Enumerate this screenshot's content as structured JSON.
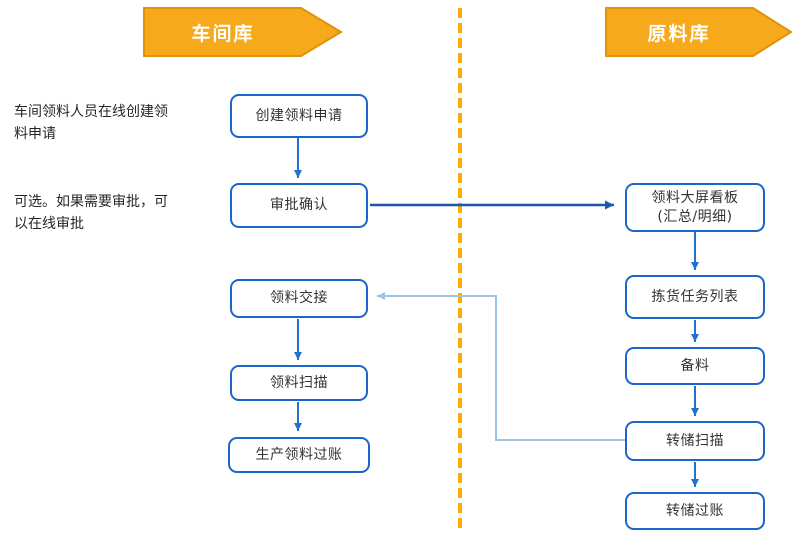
{
  "lanes": {
    "left": {
      "label": "车间库"
    },
    "right": {
      "label": "原料库"
    }
  },
  "notes": [
    {
      "text": "车间领料人员在线创建领料申请"
    },
    {
      "text": "可选。如果需要审批，可以在线审批"
    }
  ],
  "nodes": {
    "left": [
      {
        "label": "创建领料申请"
      },
      {
        "label": "审批确认"
      },
      {
        "label": "领料交接"
      },
      {
        "label": "领料扫描"
      },
      {
        "label": "生产领料过账"
      }
    ],
    "right": [
      {
        "label": "领料大屏看板\n(汇总/明细)"
      },
      {
        "label": "拣货任务列表"
      },
      {
        "label": "备料"
      },
      {
        "label": "转储扫描"
      },
      {
        "label": "转储过账"
      }
    ]
  },
  "edges": [
    {
      "from": "创建领料申请",
      "to": "审批确认",
      "style": "blue"
    },
    {
      "from": "审批确认",
      "to": "领料大屏看板(汇总/明细)",
      "style": "dark-cross-lane"
    },
    {
      "from": "领料大屏看板(汇总/明细)",
      "to": "拣货任务列表",
      "style": "blue"
    },
    {
      "from": "拣货任务列表",
      "to": "备料",
      "style": "blue"
    },
    {
      "from": "备料",
      "to": "转储扫描",
      "style": "blue"
    },
    {
      "from": "转储扫描",
      "to": "转储过账",
      "style": "blue"
    },
    {
      "from": "转储扫描",
      "to": "领料交接",
      "style": "light-return-cross-lane"
    },
    {
      "from": "领料交接",
      "to": "领料扫描",
      "style": "blue"
    },
    {
      "from": "领料扫描",
      "to": "生产领料过账",
      "style": "blue"
    }
  ],
  "colors": {
    "banner_fill": "#F5A91B",
    "banner_border": "#E0920C",
    "banner_text": "#FFFFFF",
    "box_border": "#1B66CD",
    "box_fill": "#FFFFFF",
    "box_text": "#333333",
    "arrow": "#2270D0",
    "arrow_cross": "#1D57A8",
    "arrow_return": "#9DC3E6",
    "divider": "#FFAA00",
    "background": "#FFFFFF"
  }
}
